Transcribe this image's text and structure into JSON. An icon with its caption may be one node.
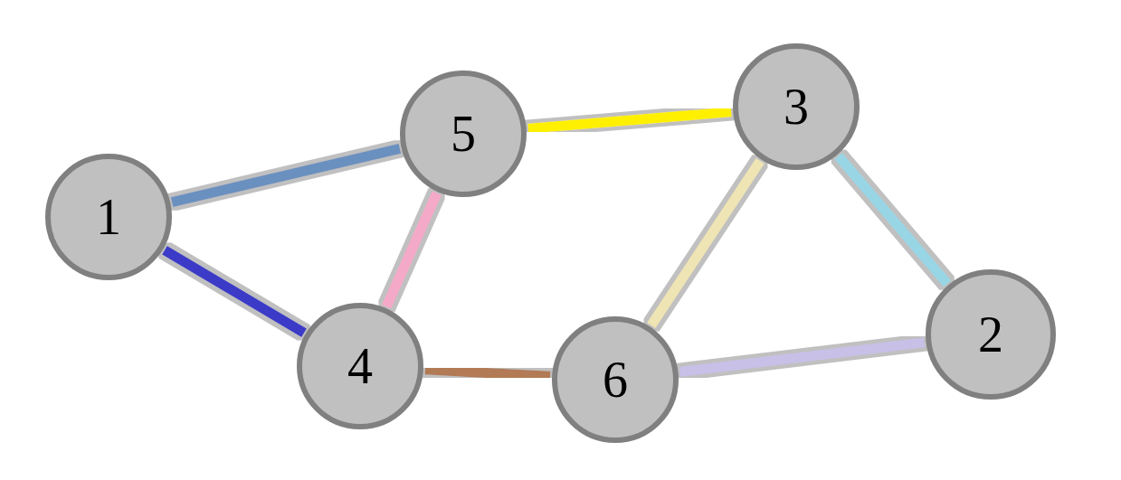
{
  "diagram": {
    "nodes": [
      {
        "text": [
          "3"
        ]
      },
      {
        "text": [
          "5"
        ]
      },
      {
        "text": [
          "1"
        ]
      },
      {
        "text": [
          "2"
        ]
      },
      {
        "text": [
          "4"
        ]
      },
      {
        "text": [
          "6"
        ]
      }
    ],
    "edges": [
      {
        "from": 2,
        "to": 1,
        "arrow": "none",
        "color": "#6b90c0"
      },
      {
        "from": 1,
        "to": 0,
        "arrow": "none",
        "color": "#fff000"
      },
      {
        "from": 2,
        "to": 4,
        "arrow": "none",
        "color": "#3a3ac8"
      },
      {
        "from": 1,
        "to": 4,
        "arrow": "none",
        "color": "#f5a9c8"
      },
      {
        "from": 0,
        "to": 5,
        "arrow": "none",
        "color": "#efe4b4"
      },
      {
        "from": 0,
        "to": 3,
        "arrow": "none",
        "color": "#98d6e6"
      },
      {
        "from": 4,
        "to": 5,
        "arrow": "none",
        "color": "#b27a55"
      },
      {
        "from": 5,
        "to": 3,
        "arrow": "none",
        "color": "#c8c0e6"
      }
    ]
  }
}
